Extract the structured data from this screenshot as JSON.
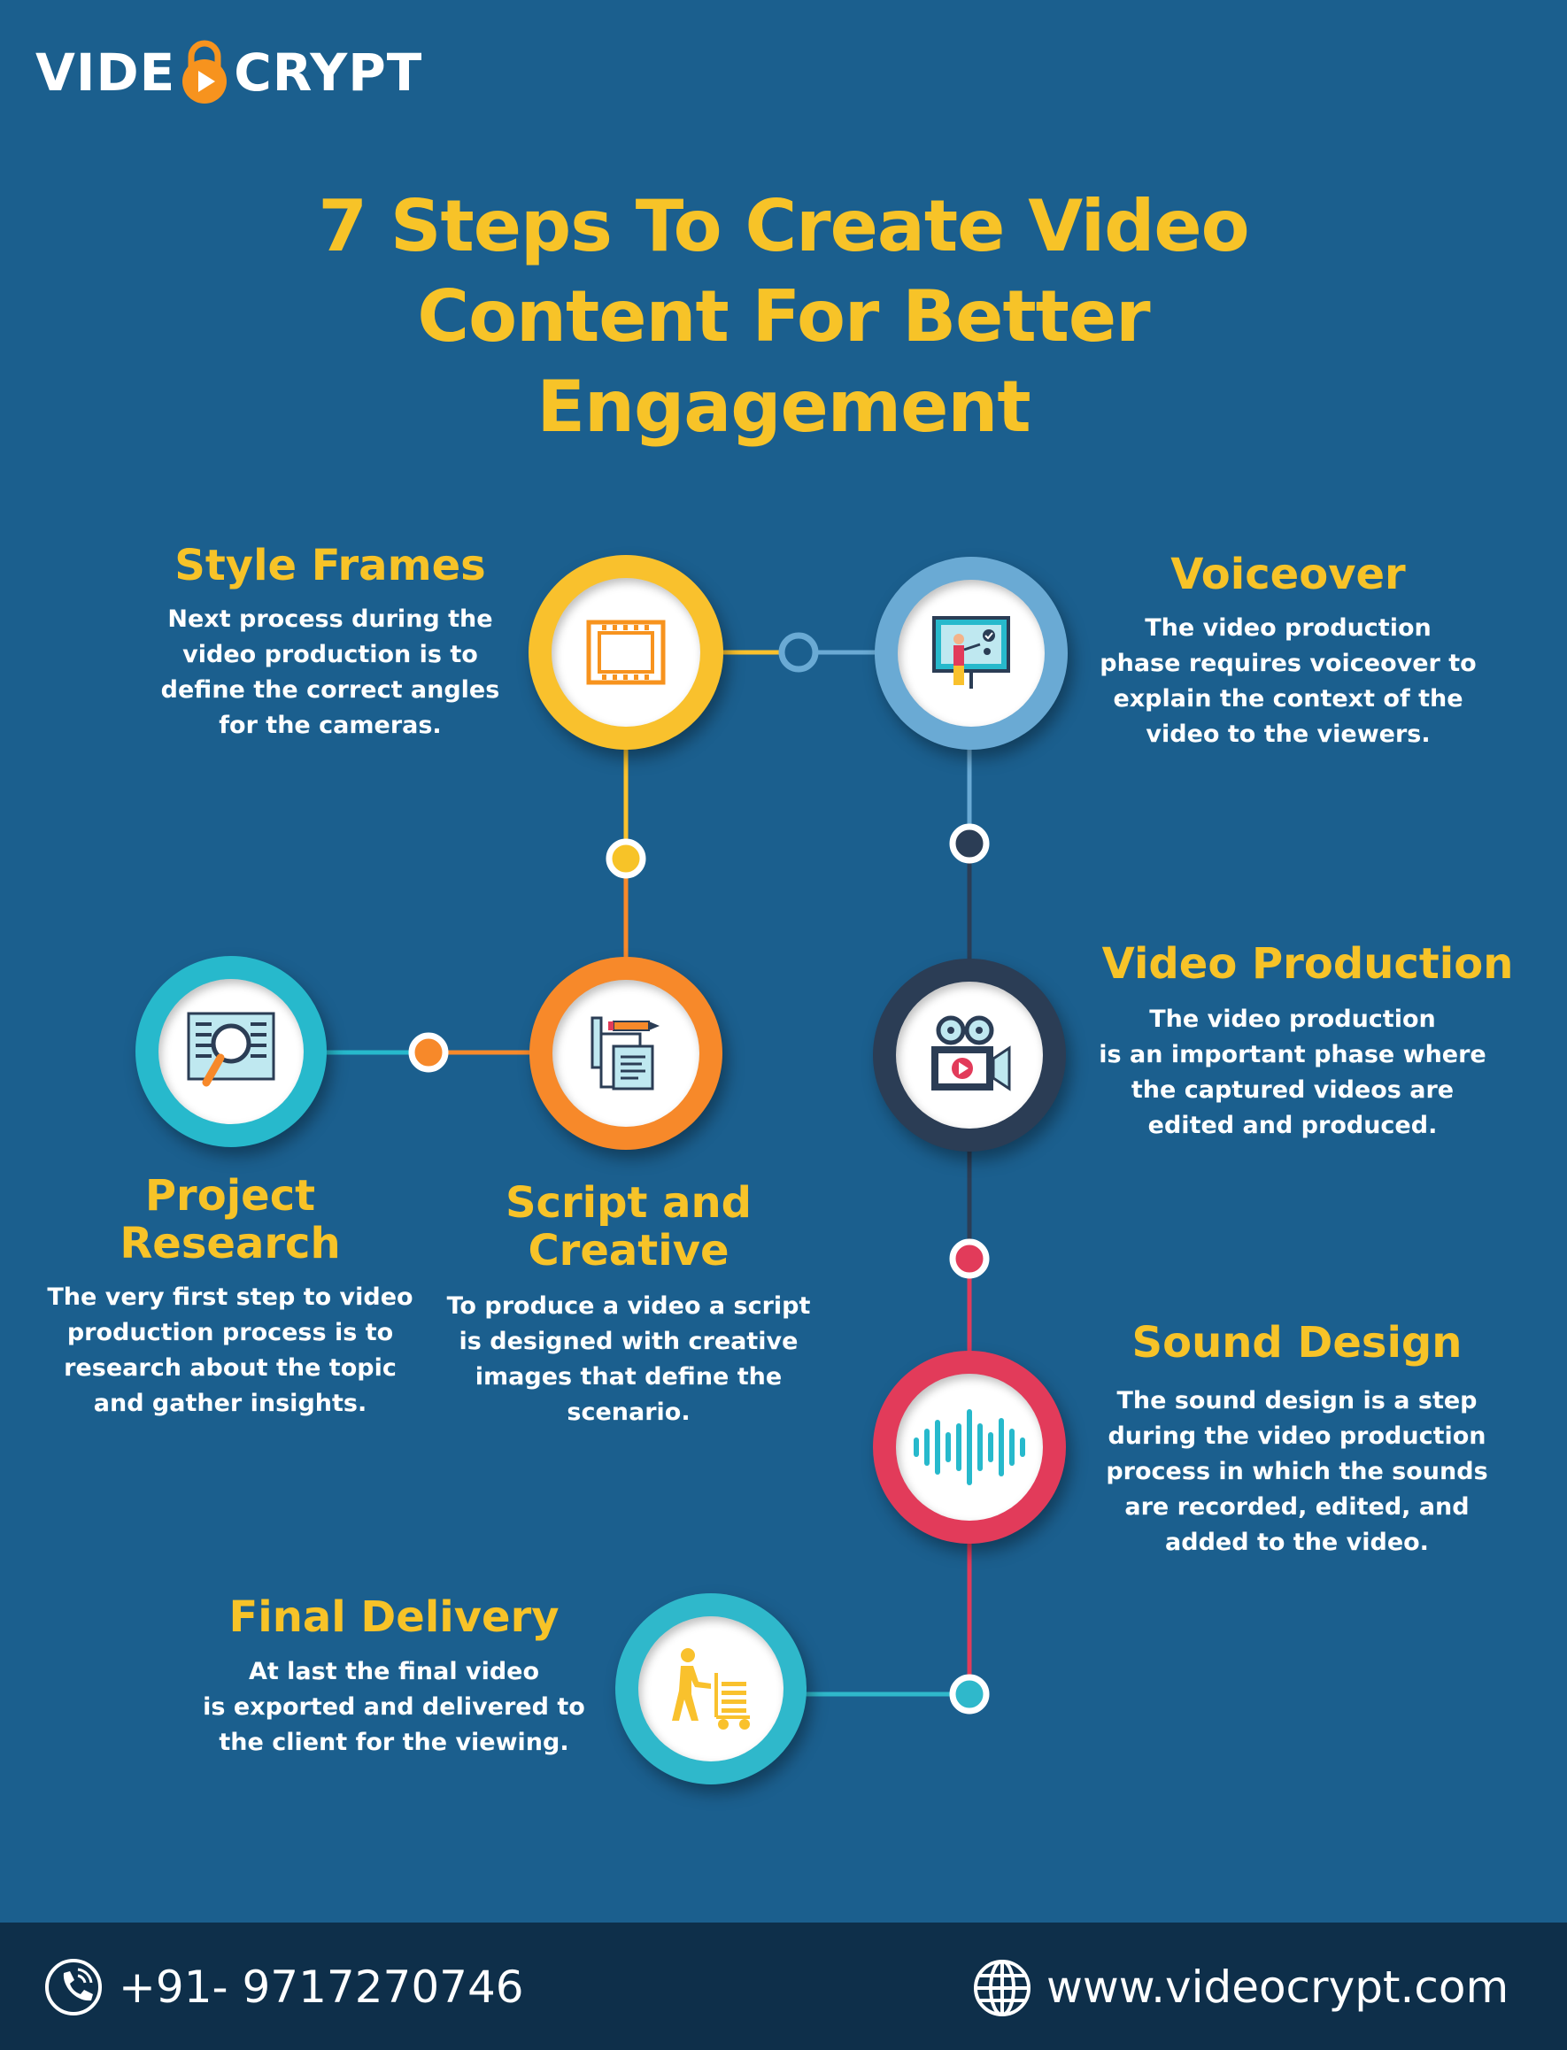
{
  "brand": {
    "logo_left": "VIDE",
    "logo_right": "CRYPT",
    "lock_color": "#f7931e"
  },
  "title": {
    "line1": "7 Steps To Create Video",
    "line2": "Content For Better",
    "line3": "Engagement"
  },
  "steps": {
    "style_frames": {
      "title": "Style Frames",
      "lines": [
        "Next process during the",
        "video production is to",
        "define the correct angles",
        "for the cameras."
      ],
      "color": "#f9c12d",
      "icon": "film-strip-icon"
    },
    "voiceover": {
      "title": "Voiceover",
      "lines": [
        "The video production",
        "phase requires voiceover to",
        "explain the context of the",
        "video to the viewers."
      ],
      "color": "#6aaad4",
      "icon": "presenter-screen-icon"
    },
    "video_production": {
      "title": "Video Production",
      "lines": [
        "The video production",
        "is an important phase where",
        "the captured videos are",
        "edited and produced."
      ],
      "color": "#2b3d55",
      "icon": "video-camera-icon"
    },
    "project_research": {
      "title1": "Project",
      "title2": "Research",
      "lines": [
        "The very first step to video",
        "production process is to",
        "research about the topic",
        "and gather insights."
      ],
      "color": "#27b9cc",
      "icon": "magnifier-document-icon"
    },
    "script_creative": {
      "title1": "Script and",
      "title2": "Creative",
      "lines": [
        "To produce a video a script",
        "is designed with creative",
        "images that define the",
        "scenario."
      ],
      "color": "#f7892a",
      "icon": "script-pencil-icon"
    },
    "sound_design": {
      "title": "Sound Design",
      "lines": [
        "The sound design is a step",
        "during the video production",
        "process in which the sounds",
        "are recorded, edited, and",
        "added to the video."
      ],
      "color": "#e23b5a",
      "icon": "sound-wave-icon"
    },
    "final_delivery": {
      "title": "Final Delivery",
      "lines": [
        "At last the final video",
        "is exported and delivered to",
        "the client for the viewing."
      ],
      "color": "#2fb8cb",
      "icon": "delivery-cart-icon"
    }
  },
  "footer": {
    "phone": "+91- 9717270746",
    "website": "www.videocrypt.com"
  },
  "colors": {
    "background": "#1b5f8e",
    "heading": "#f7c328",
    "footer": "#0e2f4a"
  }
}
